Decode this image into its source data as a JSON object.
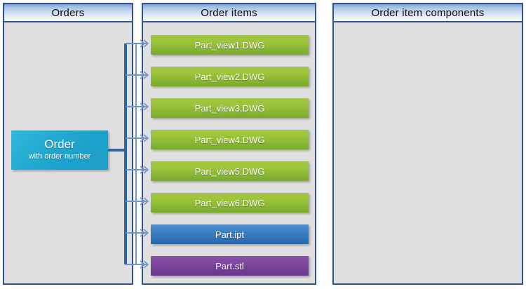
{
  "panels": [
    {
      "id": "orders",
      "title": "Orders"
    },
    {
      "id": "order_items",
      "title": "Order items"
    },
    {
      "id": "order_item_comp",
      "title": "Order item components"
    }
  ],
  "order_node": {
    "title": "Order",
    "subtitle": "with  order number",
    "color": "#23a8cf"
  },
  "order_items": [
    {
      "label": "Part_view1.DWG",
      "color": "#9cc43c",
      "type": "dwg"
    },
    {
      "label": "Part_view2.DWG",
      "color": "#9cc43c",
      "type": "dwg"
    },
    {
      "label": "Part_view3.DWG",
      "color": "#9cc43c",
      "type": "dwg"
    },
    {
      "label": "Part_view4.DWG",
      "color": "#9cc43c",
      "type": "dwg"
    },
    {
      "label": "Part_view5.DWG",
      "color": "#9cc43c",
      "type": "dwg"
    },
    {
      "label": "Part_view6.DWG",
      "color": "#9cc43c",
      "type": "dwg"
    },
    {
      "label": "Part.ipt",
      "color": "#3b7fc4",
      "type": "ipt"
    },
    {
      "label": "Part.stl",
      "color": "#7d47a0",
      "type": "stl"
    }
  ],
  "order_item_components": [],
  "connectors": {
    "icon": "arrow-right-icon",
    "trunk_color": "#31659e",
    "branch_color": "#6f96c6",
    "count": 8
  },
  "theme": {
    "panel_border": "#31538f",
    "panel_background": "#e0e0e0",
    "header_text": "#0b0b0b",
    "node_text": "#ffffff"
  }
}
